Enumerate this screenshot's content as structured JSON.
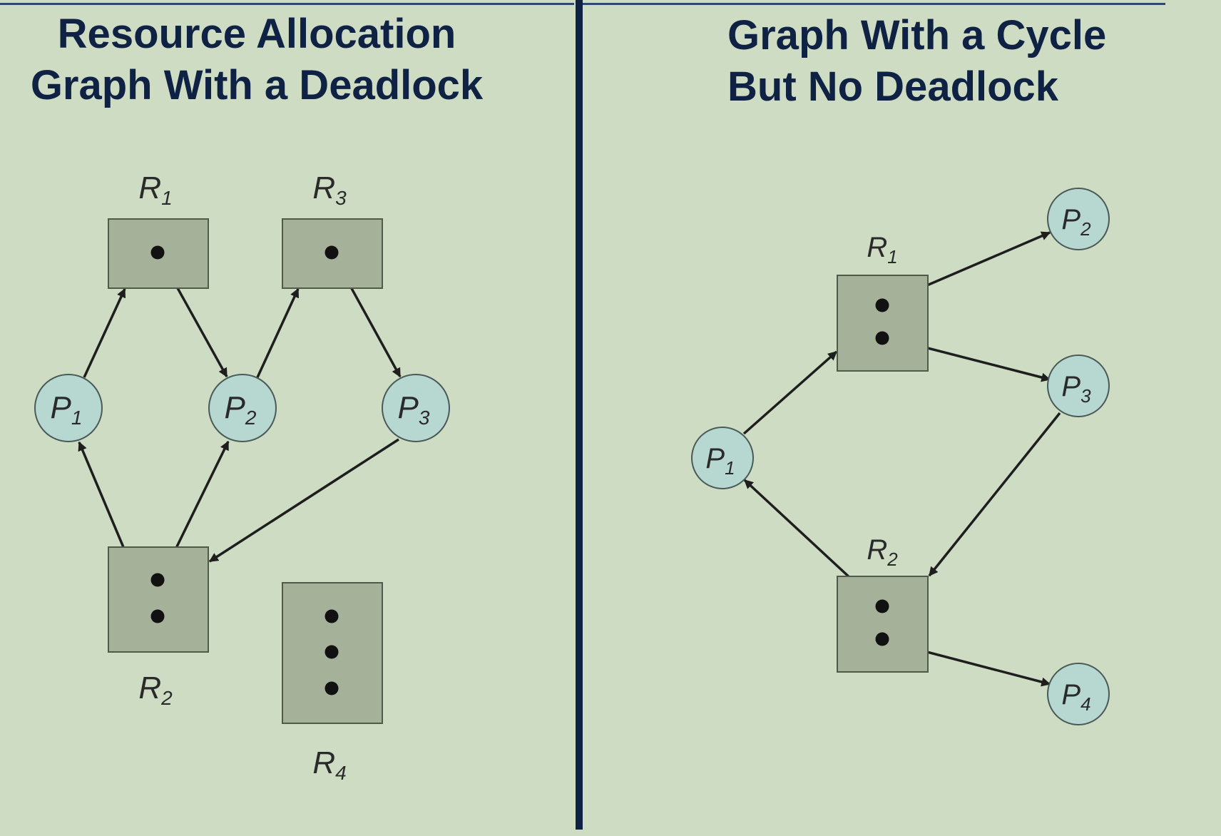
{
  "left_panel": {
    "title_lines": [
      "Resource Allocation",
      "Graph With a Deadlock"
    ],
    "processes": [
      {
        "id": "P1",
        "letter": "P",
        "sub": "1"
      },
      {
        "id": "P2",
        "letter": "P",
        "sub": "2"
      },
      {
        "id": "P3",
        "letter": "P",
        "sub": "3"
      }
    ],
    "resources": [
      {
        "id": "R1",
        "letter": "R",
        "sub": "1",
        "instances": 1
      },
      {
        "id": "R2",
        "letter": "R",
        "sub": "2",
        "instances": 2
      },
      {
        "id": "R3",
        "letter": "R",
        "sub": "3",
        "instances": 1
      },
      {
        "id": "R4",
        "letter": "R",
        "sub": "4",
        "instances": 3
      }
    ],
    "edges": [
      {
        "from": "P1",
        "to": "R1",
        "kind": "request"
      },
      {
        "from": "R1",
        "to": "P2",
        "kind": "assignment"
      },
      {
        "from": "P2",
        "to": "R3",
        "kind": "request"
      },
      {
        "from": "R3",
        "to": "P3",
        "kind": "assignment"
      },
      {
        "from": "P3",
        "to": "R2",
        "kind": "request"
      },
      {
        "from": "R2",
        "to": "P1",
        "kind": "assignment"
      },
      {
        "from": "R2",
        "to": "P2",
        "kind": "assignment"
      }
    ]
  },
  "right_panel": {
    "title_lines": [
      "Graph With a Cycle",
      "But No Deadlock"
    ],
    "processes": [
      {
        "id": "P1",
        "letter": "P",
        "sub": "1"
      },
      {
        "id": "P2",
        "letter": "P",
        "sub": "2"
      },
      {
        "id": "P3",
        "letter": "P",
        "sub": "3"
      },
      {
        "id": "P4",
        "letter": "P",
        "sub": "4"
      }
    ],
    "resources": [
      {
        "id": "R1",
        "letter": "R",
        "sub": "1",
        "instances": 2
      },
      {
        "id": "R2",
        "letter": "R",
        "sub": "2",
        "instances": 2
      }
    ],
    "edges": [
      {
        "from": "P1",
        "to": "R1",
        "kind": "request"
      },
      {
        "from": "R1",
        "to": "P2",
        "kind": "assignment"
      },
      {
        "from": "R1",
        "to": "P3",
        "kind": "assignment"
      },
      {
        "from": "P3",
        "to": "R2",
        "kind": "request"
      },
      {
        "from": "R2",
        "to": "P1",
        "kind": "assignment"
      },
      {
        "from": "R2",
        "to": "P4",
        "kind": "assignment"
      }
    ]
  },
  "colors": {
    "background": "#cddcc3",
    "title": "#0f2244",
    "divider": "#0f2244",
    "process_fill": "#b7d7d1",
    "resource_fill": "#a6b19a",
    "edge": "#1e1e1e",
    "instance_dot": "#111111"
  }
}
